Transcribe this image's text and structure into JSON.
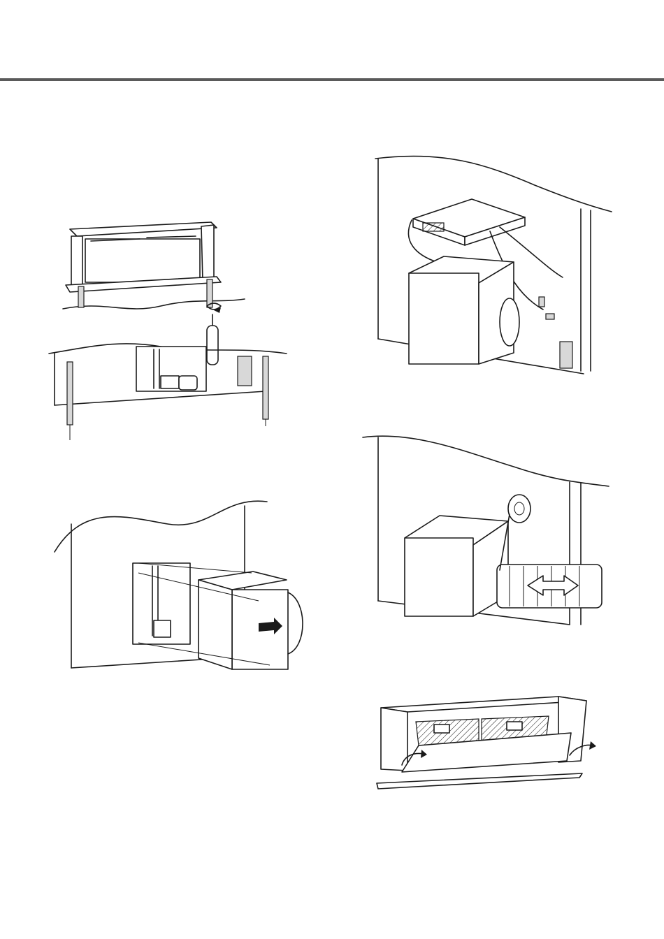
{
  "page": {
    "header_rule": true,
    "figures": [
      {
        "id": "fig-hood-screw-legs",
        "icon": "screwdriver-icon"
      },
      {
        "id": "fig-motor-wiring",
        "icon": "connector-icon"
      },
      {
        "id": "fig-motor-box-insert",
        "icon": "arrow-icon"
      },
      {
        "id": "fig-duct-tape",
        "icon": "tape-icon"
      },
      {
        "id": "fig-filter-panel-open",
        "icon": "curved-arrow-icon"
      }
    ]
  },
  "colors": {
    "line": "#1a1a1a",
    "rule": "#5a5a5a",
    "background": "#ffffff"
  }
}
